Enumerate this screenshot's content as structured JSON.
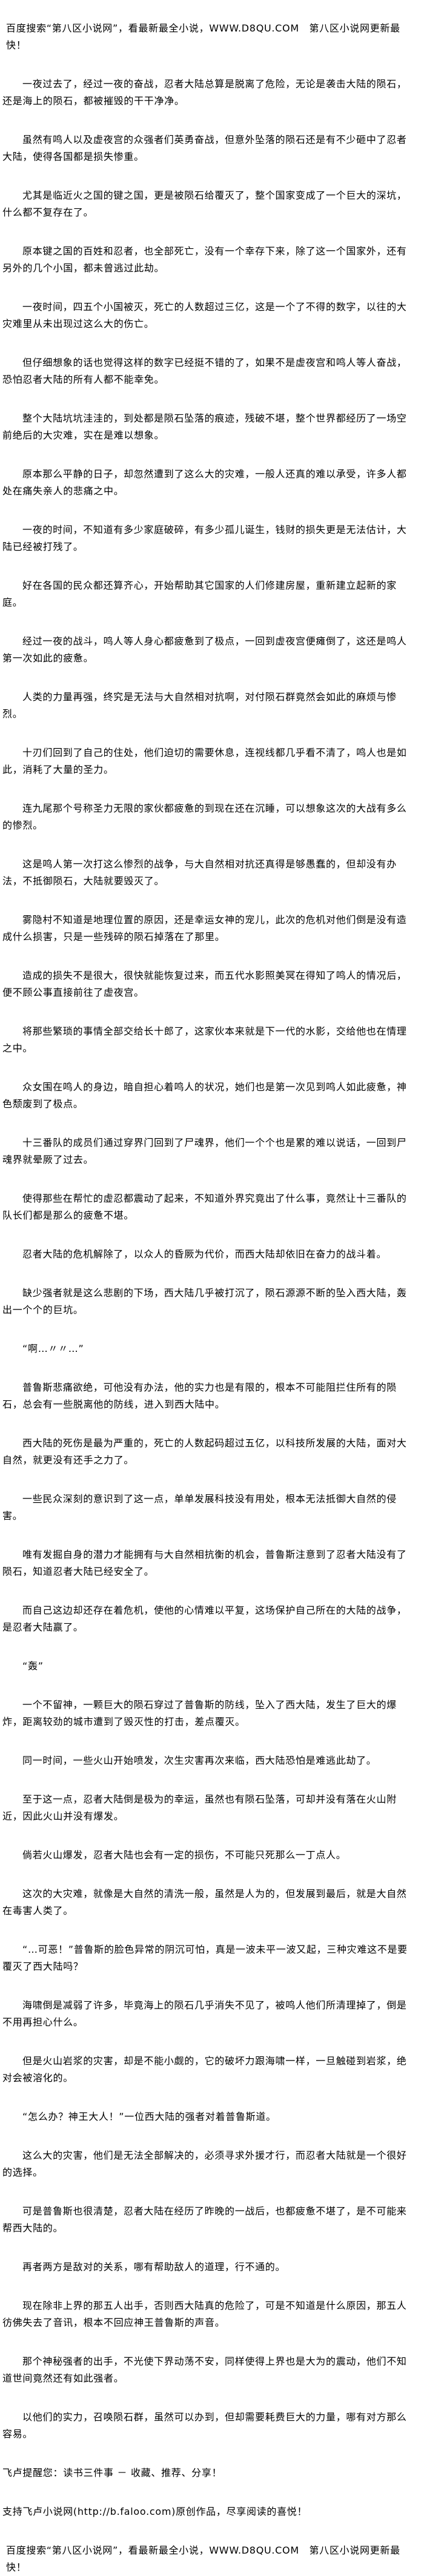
{
  "banner_top": "百度搜索“第八区小说网”，看最新最全小说，WWW.D8QU.COM　第八区小说网更新最快！",
  "paragraphs": [
    "一夜过去了，经过一夜的奋战，忍者大陆总算是脱离了危险，无论是袭击大陆的陨石，还是海上的陨石，都被摧毁的干干净净。",
    "虽然有鸣人以及虚夜宫的众强者们英勇奋战，但意外坠落的陨石还是有不少砸中了忍者大陆，使得各国都是损失惨重。",
    "尤其是临近火之国的键之国，更是被陨石给覆灭了，整个国家变成了一个巨大的深坑，什么都不复存在了。",
    "原本键之国的百姓和忍者，也全部死亡，没有一个幸存下来，除了这一个国家外，还有另外的几个小国，都未曾逃过此劫。",
    "一夜时间，四五个小国被灭，死亡的人数超过三亿，这是一个了不得的数字，以往的大灾难里从未出现过这么大的伤亡。",
    "但仔细想象的话也觉得这样的数字已经挺不错的了，如果不是虚夜宫和鸣人等人奋战，恐怕忍者大陆的所有人都不能幸免。",
    "整个大陆坑坑洼洼的，到处都是陨石坠落的痕迹，残破不堪，整个世界都经历了一场空前绝后的大灾难，实在是难以想象。",
    "原本那么平静的日子，却忽然遭到了这么大的灾难，一般人还真的难以承受，许多人都处在痛失亲人的悲痛之中。",
    "一夜的时间，不知道有多少家庭破碎，有多少孤儿诞生，钱财的损失更是无法估计，大陆已经被打残了。",
    "好在各国的民众都还算齐心，开始帮助其它国家的人们修建房屋，重新建立起新的家庭。",
    "经过一夜的战斗，鸣人等人身心都疲惫到了极点，一回到虚夜宫便瘫倒了，这还是鸣人第一次如此的疲惫。",
    "人类的力量再强，终究是无法与大自然相对抗啊，对付陨石群竟然会如此的麻烦与惨烈。",
    "十刃们回到了自己的住处，他们迫切的需要休息，连视线都几乎看不清了，鸣人也是如此，消耗了大量的圣力。",
    "连九尾那个号称圣力无限的家伙都疲惫的到现在还在沉睡，可以想象这次的大战有多么的惨烈。",
    "这是鸣人第一次打这么惨烈的战争，与大自然相对抗还真得是够愚蠢的，但却没有办法，不抵御陨石，大陆就要毁灭了。",
    "雾隐村不知道是地理位置的原因，还是幸运女神的宠儿，此次的危机对他们倒是没有造成什么损害，只是一些残碎的陨石掉落在了那里。",
    "造成的损失不是很大，很快就能恢复过来，而五代水影照美冥在得知了鸣人的情况后，便不顾公事直接前往了虚夜宫。",
    "将那些繁琐的事情全部交给长十郎了，这家伙本来就是下一代的水影，交给他也在情理之中。",
    "众女围在鸣人的身边，暗自担心着鸣人的状况，她们也是第一次见到鸣人如此疲惫，神色颓废到了极点。",
    "十三番队的成员们通过穿界门回到了尸魂界，他们一个个也是累的难以说话，一回到尸魂界就晕厥了过去。",
    "使得那些在帮忙的虚忍都震动了起来，不知道外界究竟出了什么事，竟然让十三番队的队长们都是那么的疲惫不堪。",
    "忍者大陆的危机解除了，以众人的昏厥为代价，而西大陆却依旧在奋力的战斗着。",
    "缺少强者就是这么悲剧的下场，西大陆几乎被打沉了，陨石源源不断的坠入西大陆，轰出一个个的巨坑。",
    "“啊…〃〃…”",
    "普鲁斯悲痛欲绝，可他没有办法，他的实力也是有限的，根本不可能阻拦住所有的陨石，总会有一些脱离他的防线，进入到西大陆中。",
    "西大陆的死伤是最为严重的，死亡的人数起码超过五亿，以科技所发展的大陆，面对大自然，就更没有还手之力了。",
    "一些民众深刻的意识到了这一点，单单发展科技没有用处，根本无法抵御大自然的侵害。",
    "唯有发掘自身的潜力才能拥有与大自然相抗衡的机会，普鲁斯注意到了忍者大陆没有了陨石，知道忍者大陆已经安全了。",
    "而自己这边却还存在着危机，使他的心情难以平复，这场保护自己所在的大陆的战争，是忍者大陆赢了。",
    "“轰”",
    "一个不留神，一颗巨大的陨石穿过了普鲁斯的防线，坠入了西大陆，发生了巨大的爆炸，距离较劲的城市遭到了毁灭性的打击，差点覆灭。",
    "同一时间，一些火山开始喷发，次生灾害再次来临，西大陆恐怕是难逃此劫了。",
    "至于这一点，忍者大陆倒是极为的幸运，虽然也有陨石坠落，可却并没有落在火山附近，因此火山并没有爆发。",
    "倘若火山爆发，忍者大陆也会有一定的损伤，不可能只死那么一丁点人。",
    "这次的大灾难，就像是大自然的清洗一般，虽然是人为的，但发展到最后，就是大自然在毒害人类了。",
    "“…可恶！”普鲁斯的脸色异常的阴沉可怕，真是一波未平一波又起，三种灾难这不是要覆灭了西大陆吗？",
    "海啸倒是减弱了许多，毕竟海上的陨石几乎消失不见了，被鸣人他们所清理掉了，倒是不用再担心什么。",
    "但是火山岩浆的灾害，却是不能小觑的，它的破坏力跟海啸一样，一旦触碰到岩浆，绝对会被溶化的。",
    "“怎么办？神王大人！”一位西大陆的强者对着普鲁斯道。",
    "这么大的灾害，他们是无法全部解决的，必须寻求外援才行，而忍者大陆就是一个很好的选择。",
    "可是普鲁斯也很清楚，忍者大陆在经历了昨晚的一战后，也都疲惫不堪了，是不可能来帮西大陆的。",
    "再者两方是敌对的关系，哪有帮助敌人的道理，行不通的。",
    "现在除非上界的那五人出手，否则西大陆真的危险了，可是不知道是什么原因，那五人彷佛失去了音讯，根本不回应神王普鲁斯的声音。",
    "那个神秘强者的出手，不光使下界动荡不安，同样使得上界也是大为的震动，他们不知道世间竟然还有如此强者。",
    "以他们的实力，召唤陨石群，虽然可以办到，但却需要耗费巨大的力量，哪有对方那么容易。"
  ],
  "footer": {
    "reminder": "飞卢提醒您：读书三件事 － 收藏、推荐、分享！",
    "support": "支持飞卢小说网(http://b.faloo.com)原创作品，尽享阅读的喜悦！",
    "banner_bottom": "百度搜索“第八区小说网”，看最新最全小说，WWW.D8QU.COM　第八区小说网更新最快！"
  }
}
